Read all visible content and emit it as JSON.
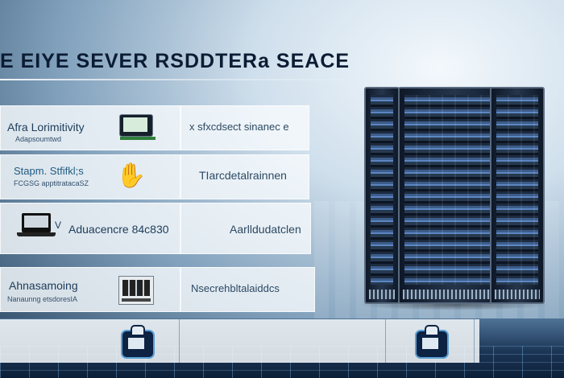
{
  "title": "E EIYE SEVER RSDDTERa SEACE",
  "items": [
    {
      "title": "Afra Lorimitivity",
      "subtitle": "Adapsoumtwd",
      "icon": "tablet-icon",
      "right_label": "x sfxcdsect sinanec e"
    },
    {
      "title": "Stapm. Stfifkl;s",
      "subtitle": "FCGSG apptitratacaSZ",
      "icon": "handshake-icon",
      "right_label": "TIarcdetalrainnen"
    },
    {
      "title": "Aduacencre 84c830",
      "subtitle": "",
      "icon": "laptop-icon",
      "right_label": "Aarlldudatclen"
    },
    {
      "title": "Ahnasamoing",
      "subtitle": "Nanaunng etsdoresIA",
      "icon": "control-console-icon",
      "right_label": "Nsecrehbltalaiddcs"
    }
  ],
  "bottom_icons": [
    "calendar-briefcase-icon",
    "calendar-briefcase-icon"
  ],
  "colors": {
    "accent": "#1d3c5a",
    "card": "#f6fafd",
    "server": "#0e1828",
    "glow": "#5c86c2"
  }
}
